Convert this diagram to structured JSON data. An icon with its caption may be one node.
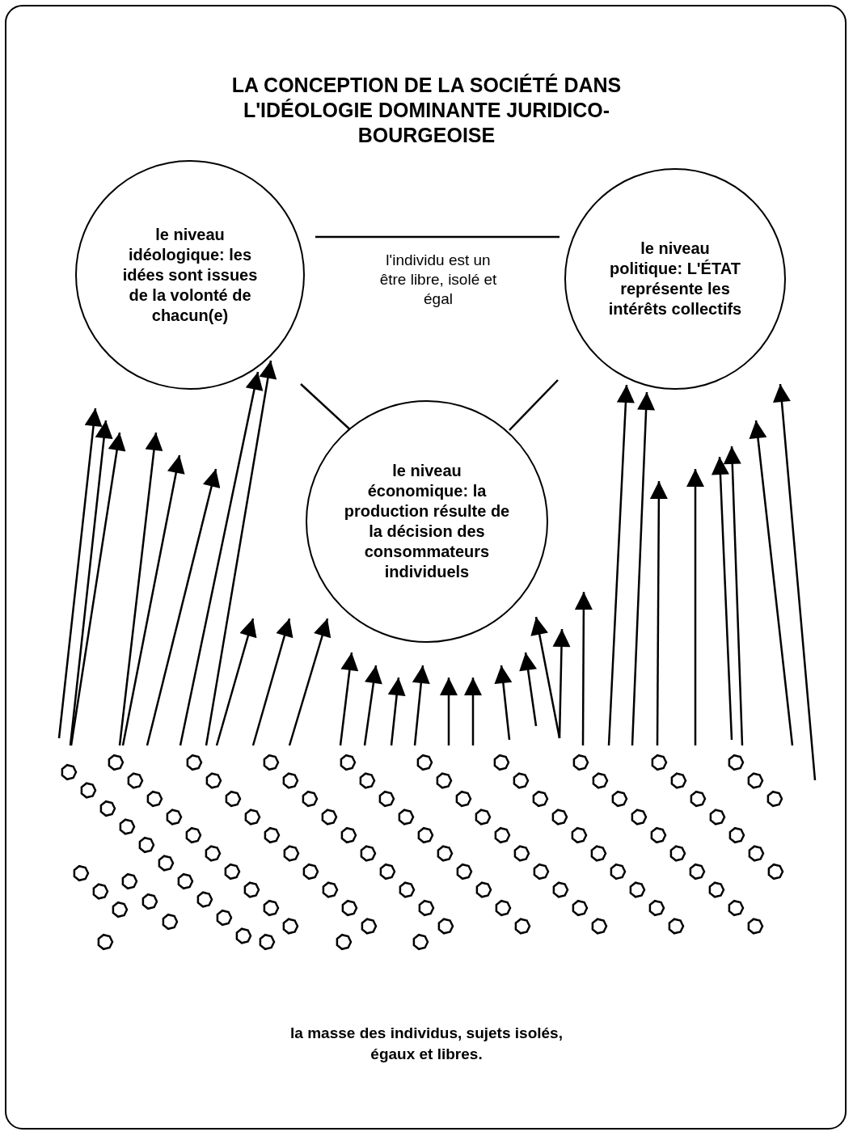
{
  "diagram": {
    "title": "LA CONCEPTION DE LA SOCIÉTÉ DANS L'IDÉOLOGIE DOMINANTE JURIDICO-BOURGEOISE",
    "nodes": [
      {
        "text": [
          "le niveau idéologique: les idées sont issues de la volonté de chacun(e)"
        ]
      },
      {
        "text": [
          "le niveau politique: L'ÉTAT représente les intérêts collectifs"
        ]
      },
      {
        "text": [
          "le niveau économique: la production résulte de la décision des consommateurs individuels"
        ]
      },
      {
        "text": [],
        "shape": "picture"
      }
    ],
    "edges": [
      {
        "from": 0,
        "to": 1,
        "arrow": "none"
      },
      {
        "from": 0,
        "to": 2,
        "arrow": "none"
      },
      {
        "from": 1,
        "to": 2,
        "arrow": "none"
      },
      {
        "from": 3,
        "to": 0,
        "arrow": "to"
      },
      {
        "from": 3,
        "to": 0,
        "arrow": "to"
      },
      {
        "from": 3,
        "to": 0,
        "arrow": "to"
      },
      {
        "from": 3,
        "to": 0,
        "arrow": "to"
      },
      {
        "from": 3,
        "to": 0,
        "arrow": "to"
      },
      {
        "from": 3,
        "to": 0,
        "arrow": "to"
      },
      {
        "from": 3,
        "to": 0,
        "arrow": "to"
      },
      {
        "from": 3,
        "to": 0,
        "arrow": "to"
      },
      {
        "from": 3,
        "to": 2,
        "arrow": "to"
      },
      {
        "from": 3,
        "to": 2,
        "arrow": "to"
      },
      {
        "from": 3,
        "to": 2,
        "arrow": "to"
      },
      {
        "from": 3,
        "to": 2,
        "arrow": "to"
      },
      {
        "from": 3,
        "to": 2,
        "arrow": "to"
      },
      {
        "from": 3,
        "to": 2,
        "arrow": "to"
      },
      {
        "from": 3,
        "to": 2,
        "arrow": "to"
      },
      {
        "from": 3,
        "to": 2,
        "arrow": "to"
      },
      {
        "from": 3,
        "to": 2,
        "arrow": "to"
      },
      {
        "from": 3,
        "to": 2,
        "arrow": "to"
      },
      {
        "from": 3,
        "to": 2,
        "arrow": "to"
      },
      {
        "from": 3,
        "to": 2,
        "arrow": "to"
      },
      {
        "from": 3,
        "to": 2,
        "arrow": "to"
      },
      {
        "from": 3,
        "to": 2,
        "arrow": "to"
      },
      {
        "from": 3,
        "to": 1,
        "arrow": "to"
      },
      {
        "from": 3,
        "to": 1,
        "arrow": "to"
      },
      {
        "from": 3,
        "to": 1,
        "arrow": "to"
      },
      {
        "from": 3,
        "to": 1,
        "arrow": "to"
      },
      {
        "from": 3,
        "to": 1,
        "arrow": "to"
      },
      {
        "from": 3,
        "to": 1,
        "arrow": "to"
      },
      {
        "from": 3,
        "to": 1,
        "arrow": "to"
      },
      {
        "from": 3,
        "to": 1,
        "arrow": "to"
      }
    ],
    "labels": [
      "l'individu est un être libre, isolé et égal",
      "la masse des individus, sujets isolés, égaux et libres."
    ]
  }
}
